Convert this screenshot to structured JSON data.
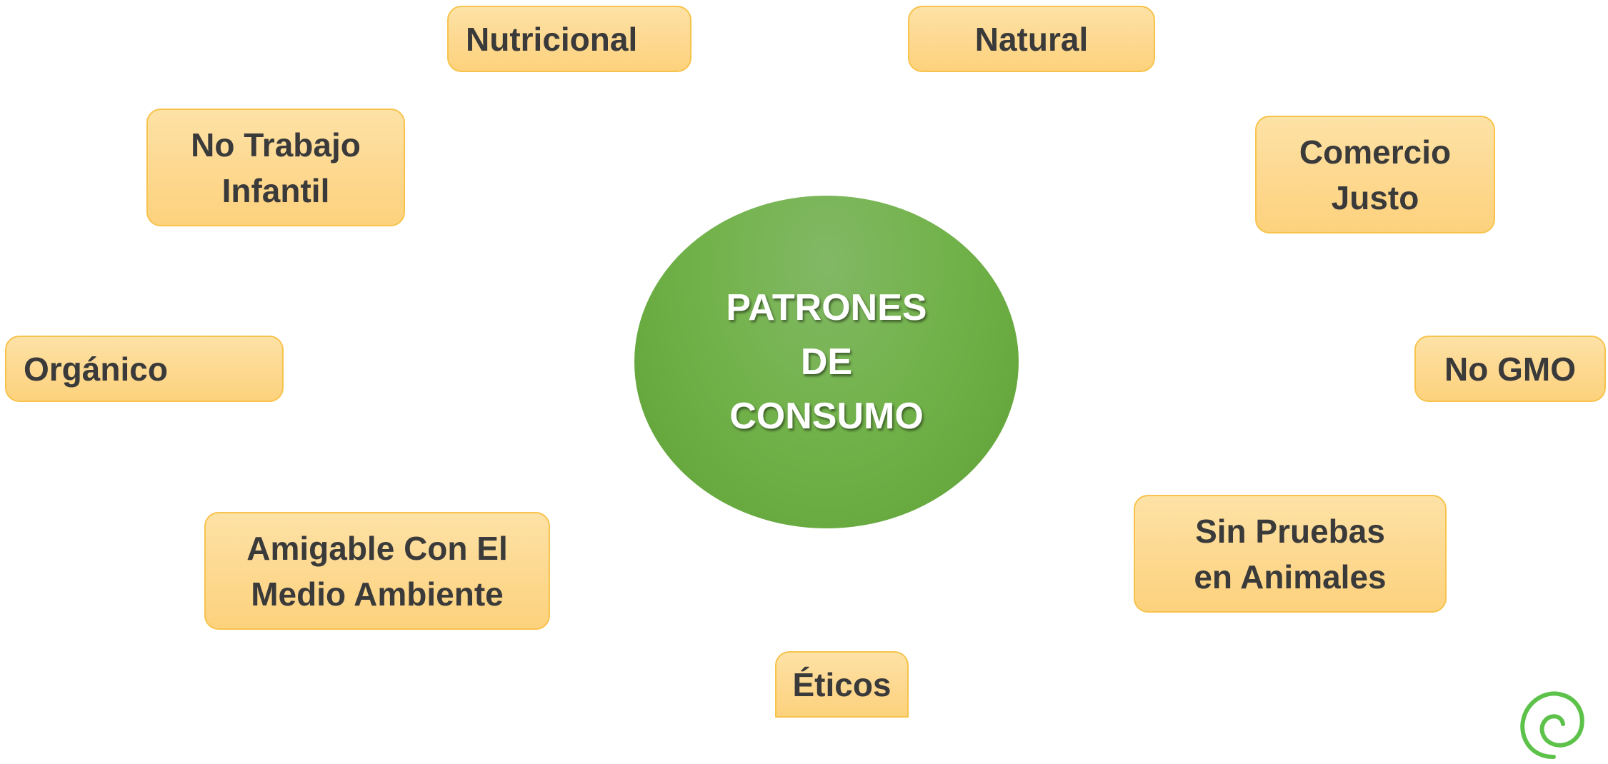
{
  "center": {
    "lines": [
      "PATRONES",
      "DE",
      "CONSUMO"
    ]
  },
  "nodes": {
    "nutricional": [
      "Nutricional"
    ],
    "natural": [
      "Natural"
    ],
    "no_trabajo_infantil": [
      "No Trabajo",
      "Infantil"
    ],
    "comercio_justo": [
      "Comercio",
      "Justo"
    ],
    "organico": [
      "Orgánico"
    ],
    "no_gmo": [
      "No GMO"
    ],
    "amigable": [
      "Amigable Con El",
      "Medio Ambiente"
    ],
    "sin_pruebas": [
      "Sin Pruebas",
      "en Animales"
    ],
    "eticos": [
      "Éticos"
    ]
  },
  "colors": {
    "node_fill": "#fdd88f",
    "node_border": "#f7c34c",
    "center_fill": "#72b24a",
    "text_dark": "#3a3a3a",
    "logo_green": "#5cc24a"
  }
}
